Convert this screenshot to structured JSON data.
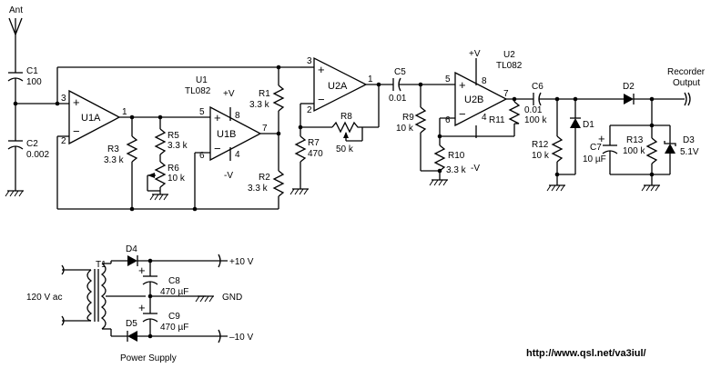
{
  "labels": {
    "ant": "Ant",
    "c1": "C1",
    "c1_val": "100",
    "c2": "C2",
    "c2_val": "0.002",
    "u1": "U1",
    "u1_part": "TL082",
    "u1a": "U1A",
    "u1b": "U1B",
    "plus_v": "+V",
    "minus_v": "-V",
    "r1": "R1",
    "r1_val": "3.3 k",
    "r2": "R2",
    "r2_val": "3.3 k",
    "r3": "R3",
    "r3_val": "3.3 k",
    "r5": "R5",
    "r5_val": "3.3 k",
    "r6": "R6",
    "r6_val": "10 k",
    "u2a": "U2A",
    "r7": "R7",
    "r7_val": "470",
    "r8": "R8",
    "r8_val": "50 k",
    "c5": "C5",
    "c5_val": "0.01",
    "r9": "R9",
    "r9_val": "10 k",
    "r10": "R10",
    "r10_val": "3.3 k",
    "u2": "U2",
    "u2_part": "TL082",
    "u2b": "U2B",
    "r11": "R11",
    "r11_val": "100 k",
    "c6": "C6",
    "c6_val": "0.01",
    "r12": "R12",
    "r12_val": "10 k",
    "d1": "D1",
    "d2": "D2",
    "c7": "C7",
    "c7_val": "10 µF",
    "r13": "R13",
    "r13_val": "100 k",
    "d3": "D3",
    "d3_val": "5.1V",
    "output_line1": "Recorder",
    "output_line2": "Output",
    "t1": "T1",
    "mains": "120 V ac",
    "d4": "D4",
    "d5": "D5",
    "c8": "C8",
    "c8_val": "470 µF",
    "c9": "C9",
    "c9_val": "470 µF",
    "pos10": "+10 V",
    "neg10": "–10 V",
    "gnd": "GND",
    "psu": "Power Supply",
    "url": "http://www.qsl.net/va3iul/",
    "pin1": "1",
    "pin2": "2",
    "pin3": "3",
    "pin4": "4",
    "pin5": "5",
    "pin6": "6",
    "pin7": "7",
    "pin8": "8",
    "plus": "+",
    "minus": "−"
  }
}
